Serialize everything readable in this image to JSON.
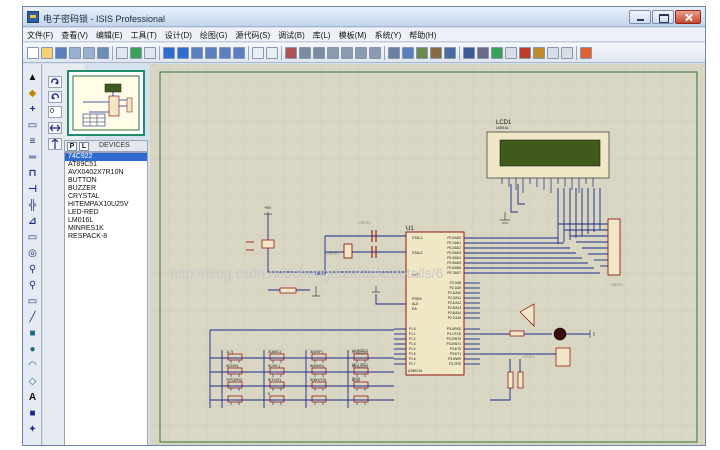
{
  "window": {
    "title": "电子密码锁 - ISIS Professional"
  },
  "menu": [
    {
      "label": "文件(F)"
    },
    {
      "label": "查看(V)"
    },
    {
      "label": "编辑(E)"
    },
    {
      "label": "工具(T)"
    },
    {
      "label": "设计(D)"
    },
    {
      "label": "绘图(G)"
    },
    {
      "label": "源代码(S)"
    },
    {
      "label": "调试(B)"
    },
    {
      "label": "库(L)"
    },
    {
      "label": "模板(M)"
    },
    {
      "label": "系统(Y)"
    },
    {
      "label": "帮助(H)"
    }
  ],
  "device_panel": {
    "p_label": "P",
    "l_label": "L",
    "header": "DEVICES",
    "items": [
      "74C922",
      "AT89C51",
      "AVX0402X7R10N",
      "BUTTON",
      "BUZZER",
      "CRYSTAL",
      "HITEMPAX10U25V",
      "LED-RED",
      "LM016L",
      "MINRES1K",
      "RESPACK-8"
    ],
    "selected_index": 0
  },
  "side_field": {
    "value": "0"
  },
  "schematic": {
    "lcd_ref": "LCD1",
    "lcd_part": "LM016L",
    "mcu_ref": "U1",
    "mcu_part": "AT89C51",
    "text_marker": "<TEXT>",
    "pin_xtal1": "XTAL1",
    "pin_xtal2": "XTAL2",
    "pin_rst": "RST",
    "pin_psen": "PSEN",
    "pin_ale": "ALE",
    "pin_ea": "EA",
    "p1_pins": [
      "P1.0",
      "P1.1",
      "P1.2",
      "P1.3",
      "P1.4",
      "P1.5",
      "P1.6",
      "P1.7"
    ],
    "p0_pins": [
      "P0.0/AD0",
      "P0.1/AD1",
      "P0.2/AD2",
      "P0.3/AD3",
      "P0.4/AD4",
      "P0.5/AD5",
      "P0.6/AD6",
      "P0.7/AD7"
    ],
    "p2_pins": [
      "P2.0/A8",
      "P2.1/A9",
      "P2.2/A10",
      "P2.3/A11",
      "P2.4/A12",
      "P2.5/A13",
      "P2.6/A14",
      "P2.7/A15"
    ],
    "p3_pins": [
      "P3.0/RXD",
      "P3.1/TXD",
      "P3.2/INT0",
      "P3.3/INT1",
      "P3.4/T0",
      "P3.5/T1",
      "P3.6/WR",
      "P3.7/RD"
    ],
    "power_label": "+5V",
    "keypad_labels": [
      "1(.!)",
      "2(ABC)",
      "3(DEF)",
      "修改密码",
      "4(GHI)",
      "5(JKL)",
      "6(MNO)",
      "确认密码",
      "7(PQRS)",
      "8(TUV)",
      "9(WXYZ)",
      "取消",
      "",
      "0",
      "",
      ""
    ],
    "watermark": "http://blog.csdn.net/chengdu/article/details/6"
  },
  "colors": {
    "wire": "#1a2a8a",
    "part_outline": "#8b0000",
    "component_fill": "#efe7c5",
    "lcd_screen": "#3f5a1a",
    "canvas_bg": "#d9d7c3",
    "grid": "#c8c6b0",
    "sheet_border": "#2f6f3a"
  },
  "icons": {
    "toolbar": [
      "new-icon",
      "open-icon",
      "save-icon",
      "import-icon",
      "export-icon",
      "print-icon",
      "area-icon",
      "refresh-icon",
      "grid-icon",
      "origin-icon",
      "pan-icon",
      "zoom-in-icon",
      "zoom-out-icon",
      "zoom-all-icon",
      "zoom-area-icon",
      "undo-icon",
      "redo-icon",
      "cut-icon",
      "copy-icon",
      "paste-icon",
      "block-copy-icon",
      "block-move-icon",
      "block-rotate-icon",
      "block-delete-icon",
      "pick-icon",
      "make-device-icon",
      "packaging-icon",
      "decompose-icon",
      "wire-autoroute-icon",
      "search-icon",
      "property-icon",
      "design-explorer-icon",
      "new-sheet-icon",
      "delete-sheet-icon",
      "exit-to-parent-icon",
      "bom-icon",
      "erc-icon",
      "netlist-icon"
    ],
    "left_tools": [
      "selection-icon",
      "component-icon",
      "junction-icon",
      "wire-label-icon",
      "text-script-icon",
      "bus-icon",
      "subcircuit-icon",
      "terminal-icon",
      "device-pin-icon",
      "graph-icon",
      "tape-recorder-icon",
      "generator-icon",
      "voltage-probe-icon",
      "current-probe-icon",
      "virtual-instrument-icon",
      "line-icon",
      "box-icon",
      "circle-icon",
      "arc-icon",
      "path-icon",
      "text-icon",
      "symbol-icon",
      "marker-icon"
    ]
  }
}
